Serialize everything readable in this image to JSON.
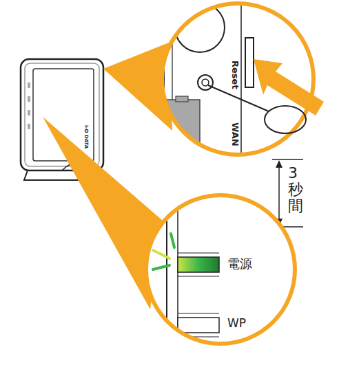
{
  "diagram": {
    "labels": [
      "Reset",
      "WAN",
      "I-O DATA",
      "3秒間",
      "電源",
      "WP"
    ]
  }
}
